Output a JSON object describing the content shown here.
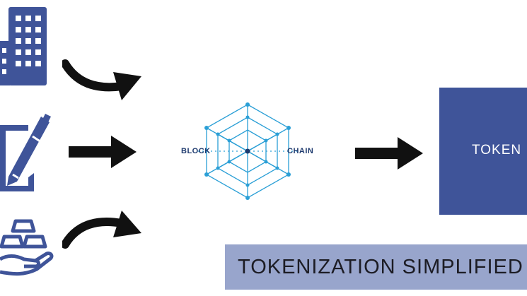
{
  "blockchain": {
    "left_label": "BLOCK",
    "right_label": "CHAIN"
  },
  "token": {
    "label": "TOKEN"
  },
  "banner": {
    "text": "TOKENIZATION SIMPLIFIED"
  },
  "colors": {
    "primary": "#3f5499",
    "banner": "#98a5cc",
    "arrow": "#111111",
    "network": "#2a9fd6"
  },
  "icons": [
    "building-icon",
    "document-pen-icon",
    "gold-bars-hand-icon",
    "curved-arrow-icon",
    "straight-arrow-icon",
    "blockchain-network-icon"
  ]
}
